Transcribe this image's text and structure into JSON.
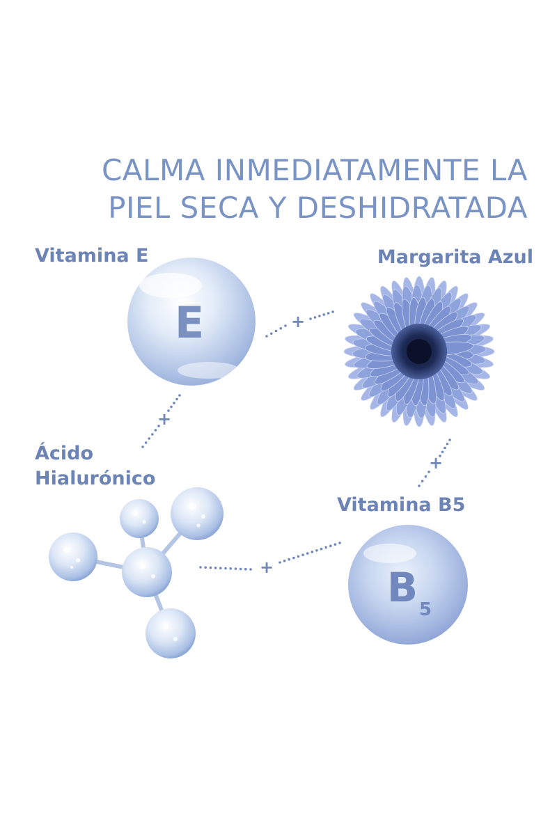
{
  "title": {
    "line1": "CALMA INMEDIATAMENTE LA",
    "line2": "PIEL SECA Y DESHIDRATADA"
  },
  "ingredients": {
    "vitamin_e": {
      "label": "Vitamina E",
      "symbol": "E"
    },
    "blue_daisy": {
      "label": "Margarita Azul"
    },
    "hyaluronic": {
      "label_line1": "Ácido",
      "label_line2": "Hialurónico"
    },
    "vitamin_b5": {
      "label": "Vitamina B5",
      "symbol": "B",
      "subscript": "5"
    }
  },
  "connectors": {
    "symbol": "+"
  },
  "colors": {
    "text": "#7893c4",
    "label": "#6c84b5",
    "sphere": "#b9cbe9",
    "flower": "#8ea3dc",
    "flower_center": "#1d2a55"
  }
}
